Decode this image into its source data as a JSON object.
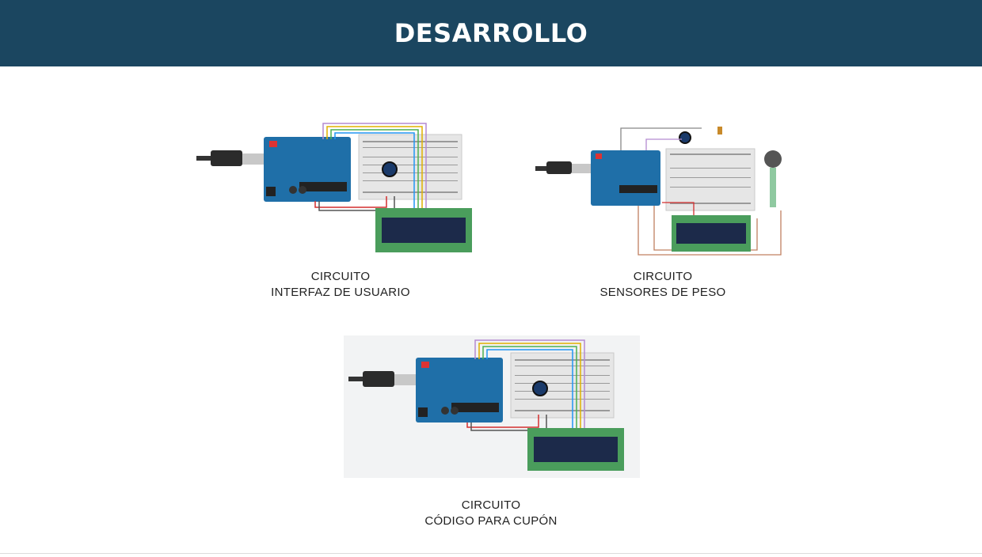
{
  "header": {
    "title": "DESARROLLO"
  },
  "colors": {
    "header_bg": "#1b4660",
    "board": "#1f6fa8",
    "lcd_board": "#4a9d5c",
    "lcd_screen": "#1c2a4a",
    "breadboard": "#e8e8e8"
  },
  "circuits": [
    {
      "line1": "CIRCUITO",
      "line2": "INTERFAZ DE USUARIO",
      "image_icon": "circuit-diagram-icon"
    },
    {
      "line1": "CIRCUITO",
      "line2": "SENSORES DE PESO",
      "image_icon": "circuit-diagram-icon"
    },
    {
      "line1": "CIRCUITO",
      "line2": "CÓDIGO PARA CUPÓN",
      "image_icon": "circuit-diagram-icon"
    }
  ]
}
